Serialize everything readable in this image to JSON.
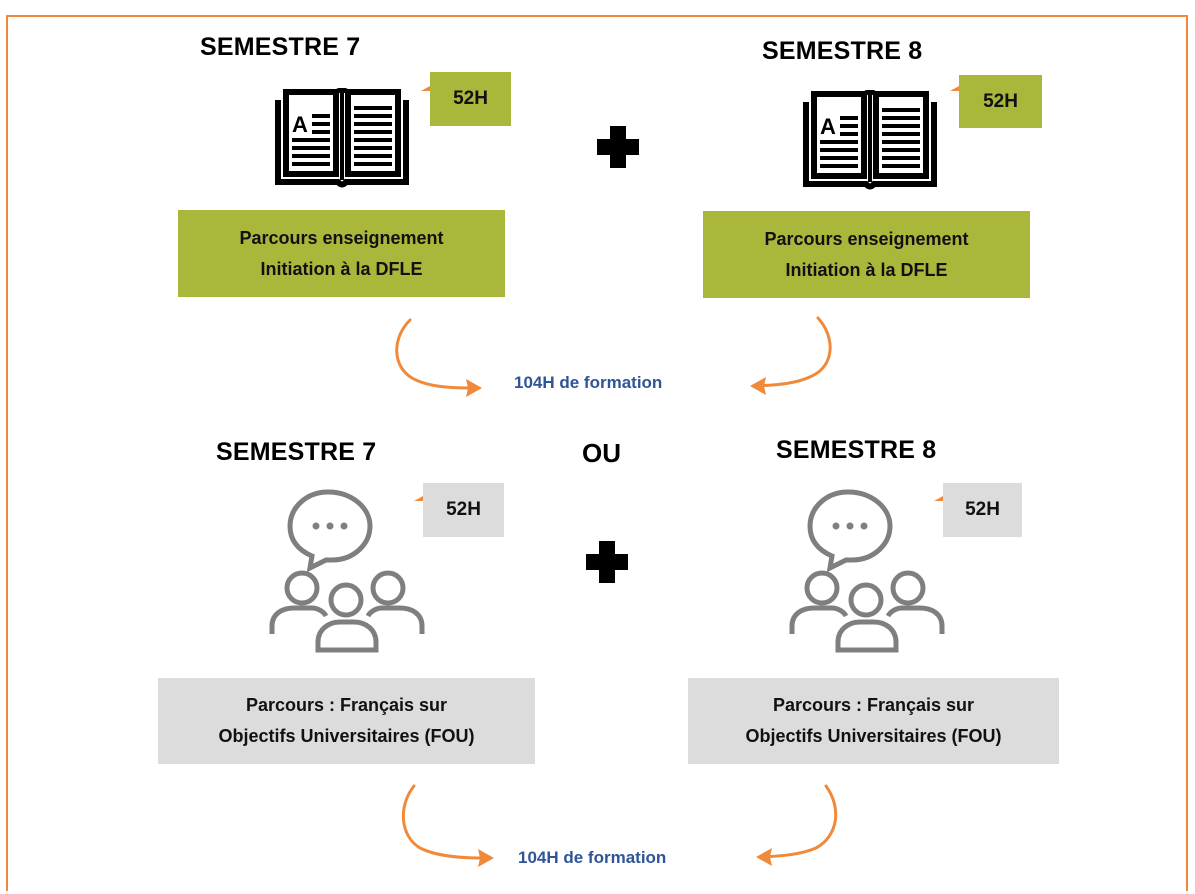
{
  "top": {
    "left": {
      "semester": "SEMESTRE 7",
      "hours": "52H",
      "course_line1": "Parcours enseignement",
      "course_line2": "Initiation à la DFLE"
    },
    "right": {
      "semester": "SEMESTRE 8",
      "hours": "52H",
      "course_line1": "Parcours enseignement",
      "course_line2": "Initiation à la DFLE"
    },
    "total": "104H de formation",
    "icon": "book-icon"
  },
  "separator": "OU",
  "bottom": {
    "left": {
      "semester": "SEMESTRE 7",
      "hours": "52H",
      "course_line1": "Parcours : Français sur",
      "course_line2": "Objectifs Universitaires (FOU)"
    },
    "right": {
      "semester": "SEMESTRE 8",
      "hours": "52H",
      "course_line1": "Parcours : Français sur",
      "course_line2": "Objectifs Universitaires (FOU)"
    },
    "total": "104H de formation",
    "icon": "group-chat-icon"
  },
  "colors": {
    "frame": "#f08a3a",
    "green": "#a9b73a",
    "grey": "#dcdcdc",
    "total_text": "#2f5597",
    "arrow": "#f08a3a"
  }
}
